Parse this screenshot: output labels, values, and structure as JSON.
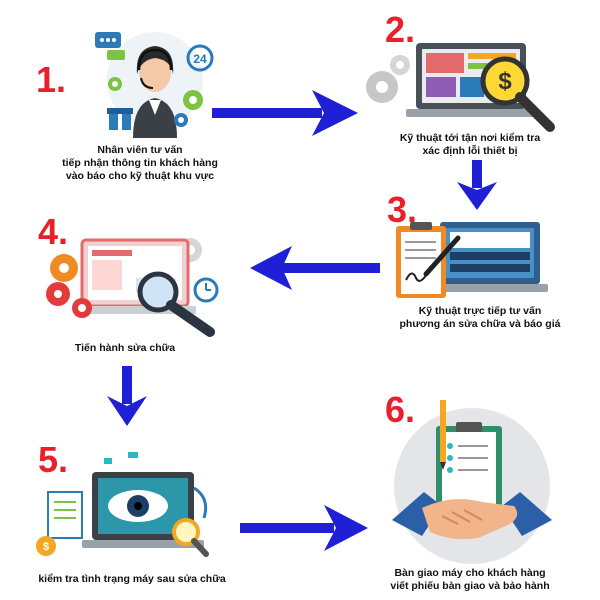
{
  "steps": [
    {
      "number": "1.",
      "lines": [
        "Nhân viên tư vấn",
        "tiếp nhận thông tin khách hàng",
        "vào báo cho kỹ thuật khu vực"
      ]
    },
    {
      "number": "2.",
      "lines": [
        "Kỹ thuật tới tận nơi kiểm tra",
        "xác định lỗi thiết bị"
      ]
    },
    {
      "number": "3.",
      "lines": [
        "Kỹ thuật trực tiếp tư vấn",
        "phương án sửa chữa và báo giá"
      ]
    },
    {
      "number": "4.",
      "lines": [
        "Tiến hành sửa chữa"
      ]
    },
    {
      "number": "5.",
      "lines": [
        "kiểm tra tình trạng máy sau sửa chữa"
      ]
    },
    {
      "number": "6.",
      "lines": [
        "Bàn giao máy cho khách hàng",
        "viết phiếu bàn giao và bảo hành"
      ]
    }
  ],
  "icon_labels": {
    "hours": "24"
  },
  "colors": {
    "number": "#e8202a",
    "arrow": "#1f1fd6",
    "accent": "#f5a623"
  }
}
